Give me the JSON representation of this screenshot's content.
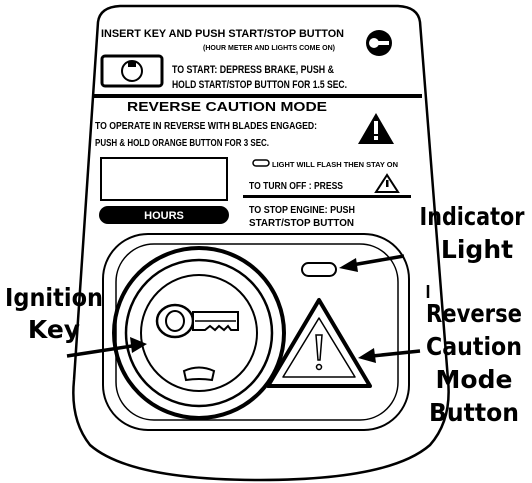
{
  "panel": {
    "insert_key_line": "INSERT KEY AND PUSH START/STOP BUTTON",
    "hour_meter_note": "(HOUR METER AND LIGHTS COME ON)",
    "to_start_line1": "TO START:  DEPRESS BRAKE, PUSH &",
    "to_start_line2": "HOLD START/STOP BUTTON FOR 1.5 SEC.",
    "reverse_heading": "REVERSE CAUTION MODE",
    "reverse_line1": "TO OPERATE IN REVERSE WITH BLADES ENGAGED:",
    "reverse_line2": "PUSH & HOLD ORANGE BUTTON FOR 3 SEC.",
    "light_flash_note": "LIGHT WILL FLASH THEN STAY ON",
    "turn_off_label": "TO TURN OFF : PRESS",
    "hours_label": "HOURS",
    "stop_engine_line1": "TO STOP ENGINE: PUSH",
    "stop_engine_line2": "START/STOP BUTTON"
  },
  "callouts": {
    "indicator_line1": "Indicator",
    "indicator_line2": "Light",
    "ignition_line1": "Ignition",
    "ignition_line2": "Key",
    "reverse_line1": "Reverse",
    "reverse_line2": "Caution",
    "reverse_line3": "Mode",
    "reverse_line4": "Button"
  },
  "icons": [
    "key-icon",
    "key-switch-icon",
    "warning-triangle-icon",
    "indicator-light-icon",
    "ignition-key-icon"
  ]
}
